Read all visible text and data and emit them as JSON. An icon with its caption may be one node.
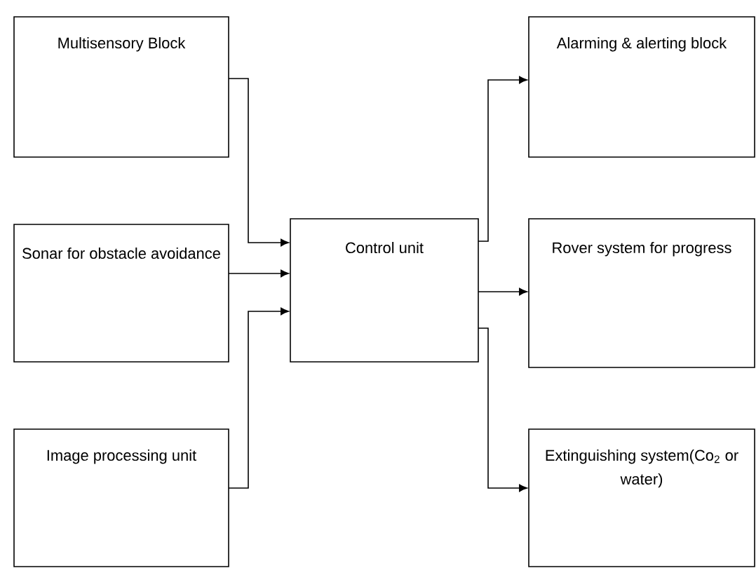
{
  "diagram": {
    "nodes": [
      {
        "text": [
          "Multisensory Block"
        ]
      },
      {
        "text": [
          "Sonar for obstacle avoidance"
        ]
      },
      {
        "text": [
          "Image processing unit"
        ]
      },
      {
        "text": [
          "Control unit"
        ]
      },
      {
        "text": [
          "Alarming & alerting block"
        ]
      },
      {
        "text": [
          "Rover system for progress"
        ]
      },
      {
        "text": [
          "Extinguishing system(Co$_{2}$ or water)"
        ]
      }
    ],
    "edges": [
      {
        "from": 0,
        "to": 3,
        "arrow": "to"
      },
      {
        "from": 1,
        "to": 3,
        "arrow": "to"
      },
      {
        "from": 2,
        "to": 3,
        "arrow": "to"
      },
      {
        "from": 3,
        "to": 4,
        "arrow": "to"
      },
      {
        "from": 3,
        "to": 5,
        "arrow": "to"
      },
      {
        "from": 3,
        "to": 6,
        "arrow": "to"
      }
    ]
  }
}
